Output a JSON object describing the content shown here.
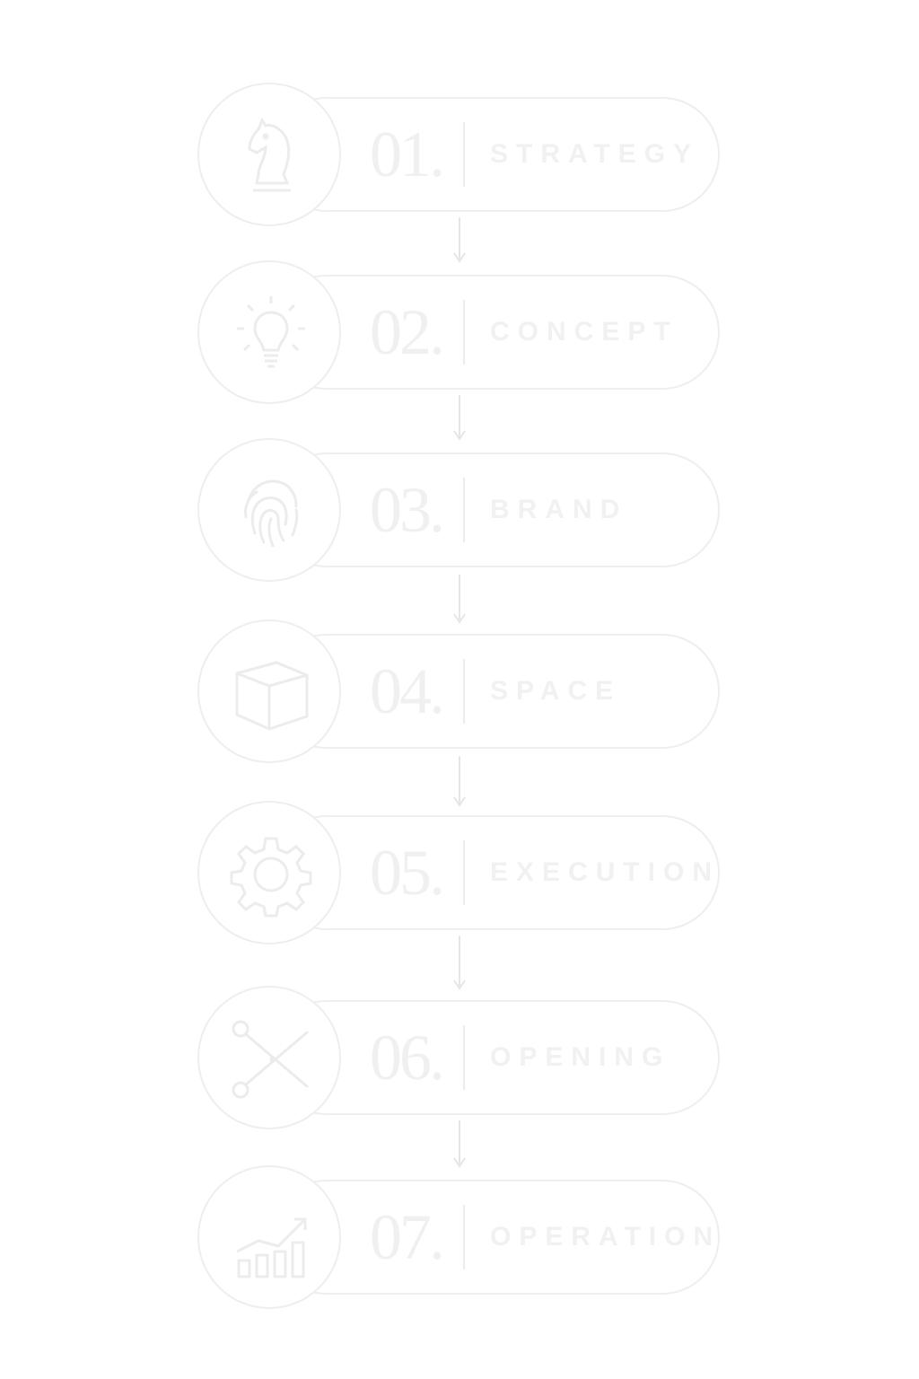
{
  "steps": [
    {
      "number": "01.",
      "label": "STRATEGY",
      "icon": "chess-knight-icon"
    },
    {
      "number": "02.",
      "label": "CONCEPT",
      "icon": "lightbulb-icon"
    },
    {
      "number": "03.",
      "label": "BRAND",
      "icon": "fingerprint-icon"
    },
    {
      "number": "04.",
      "label": "SPACE",
      "icon": "cube-icon"
    },
    {
      "number": "05.",
      "label": "EXECUTION",
      "icon": "gear-icon"
    },
    {
      "number": "06.",
      "label": "OPENING",
      "icon": "scissors-icon"
    },
    {
      "number": "07.",
      "label": "OPERATIONS",
      "icon": "growth-chart-icon"
    }
  ],
  "colors": {
    "background": "#ffffff",
    "outline": "#eeeeee",
    "text": "#f0f0f0"
  }
}
